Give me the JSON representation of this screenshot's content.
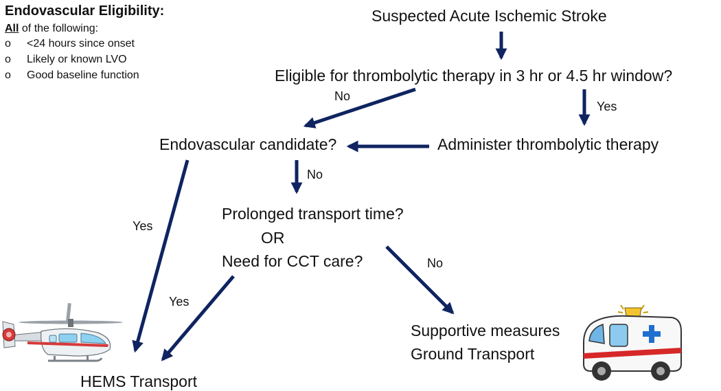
{
  "criteria": {
    "title": "Endovascular Eligibility:",
    "intro_bold": "All",
    "intro_rest": " of the following:",
    "bullet": "o",
    "items": [
      "<24 hours since onset",
      "Likely or known LVO",
      "Good baseline function"
    ]
  },
  "nodes": {
    "suspected": "Suspected Acute Ischemic Stroke",
    "eligible": "Eligible for thrombolytic therapy in 3 hr or 4.5 hr window?",
    "endovascular": "Endovascular candidate?",
    "administer": "Administer thrombolytic therapy",
    "prolonged_1": "Prolonged transport time?",
    "prolonged_2": "OR",
    "prolonged_3": "Need for CCT care?",
    "supportive_1": "Supportive measures",
    "supportive_2": "Ground Transport",
    "hems": "HEMS Transport"
  },
  "labels": {
    "eligible_no": "No",
    "eligible_yes": "Yes",
    "endo_no": "No",
    "endo_yes": "Yes",
    "cct_yes": "Yes",
    "cct_no": "No"
  },
  "colors": {
    "arrow": "#0f2460",
    "text": "#111111"
  },
  "icons": {
    "air": "helicopter-icon",
    "ground": "ambulance-icon"
  }
}
